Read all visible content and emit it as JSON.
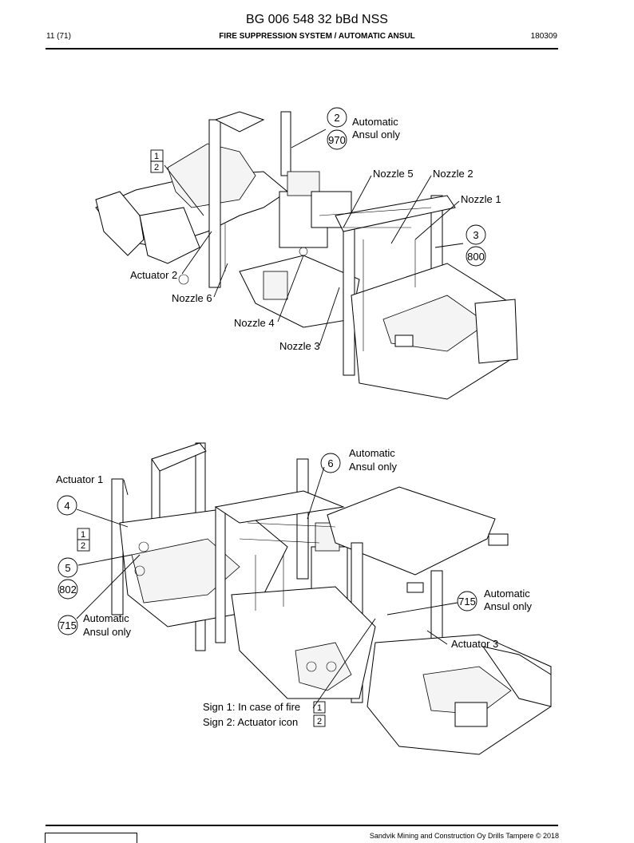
{
  "header": {
    "doc_title": "BG 006 548 32 bBd NSS",
    "page": "11 (71)",
    "section": "FIRE SUPPRESSION SYSTEM / AUTOMATIC ANSUL",
    "date": "180309"
  },
  "figure_top": {
    "labels": {
      "automatic": "Automatic",
      "ansul_only": "Ansul only",
      "nozzle5": "Nozzle 5",
      "nozzle2": "Nozzle 2",
      "nozzle1": "Nozzle 1",
      "actuator2": "Actuator 2",
      "nozzle6": "Nozzle 6",
      "nozzle4": "Nozzle 4",
      "nozzle3": "Nozzle 3"
    },
    "circles": {
      "c2": "2",
      "c970": "970",
      "c3": "3",
      "c800": "800"
    },
    "boxes": {
      "b1": "1",
      "b2": "2"
    }
  },
  "figure_bottom": {
    "labels": {
      "automatic_a": "Automatic",
      "ansul_only_a": "Ansul only",
      "actuator1": "Actuator 1",
      "automatic_b": "Automatic",
      "ansul_only_b": "Ansul only",
      "automatic_c": "Automatic",
      "ansul_only_c": "Ansul only",
      "actuator3": "Actuator 3",
      "sign1": "Sign 1: In case of fire",
      "sign2": "Sign 2: Actuator icon"
    },
    "circles": {
      "c6": "6",
      "c4": "4",
      "c5": "5",
      "c802": "802",
      "c715a": "715",
      "c715b": "715"
    },
    "boxes": {
      "b1": "1",
      "b2": "2",
      "s1": "1",
      "s2": "2"
    }
  },
  "footer": {
    "text": "Sandvik Mining and Construction Oy Drills Tampere © 2018"
  }
}
